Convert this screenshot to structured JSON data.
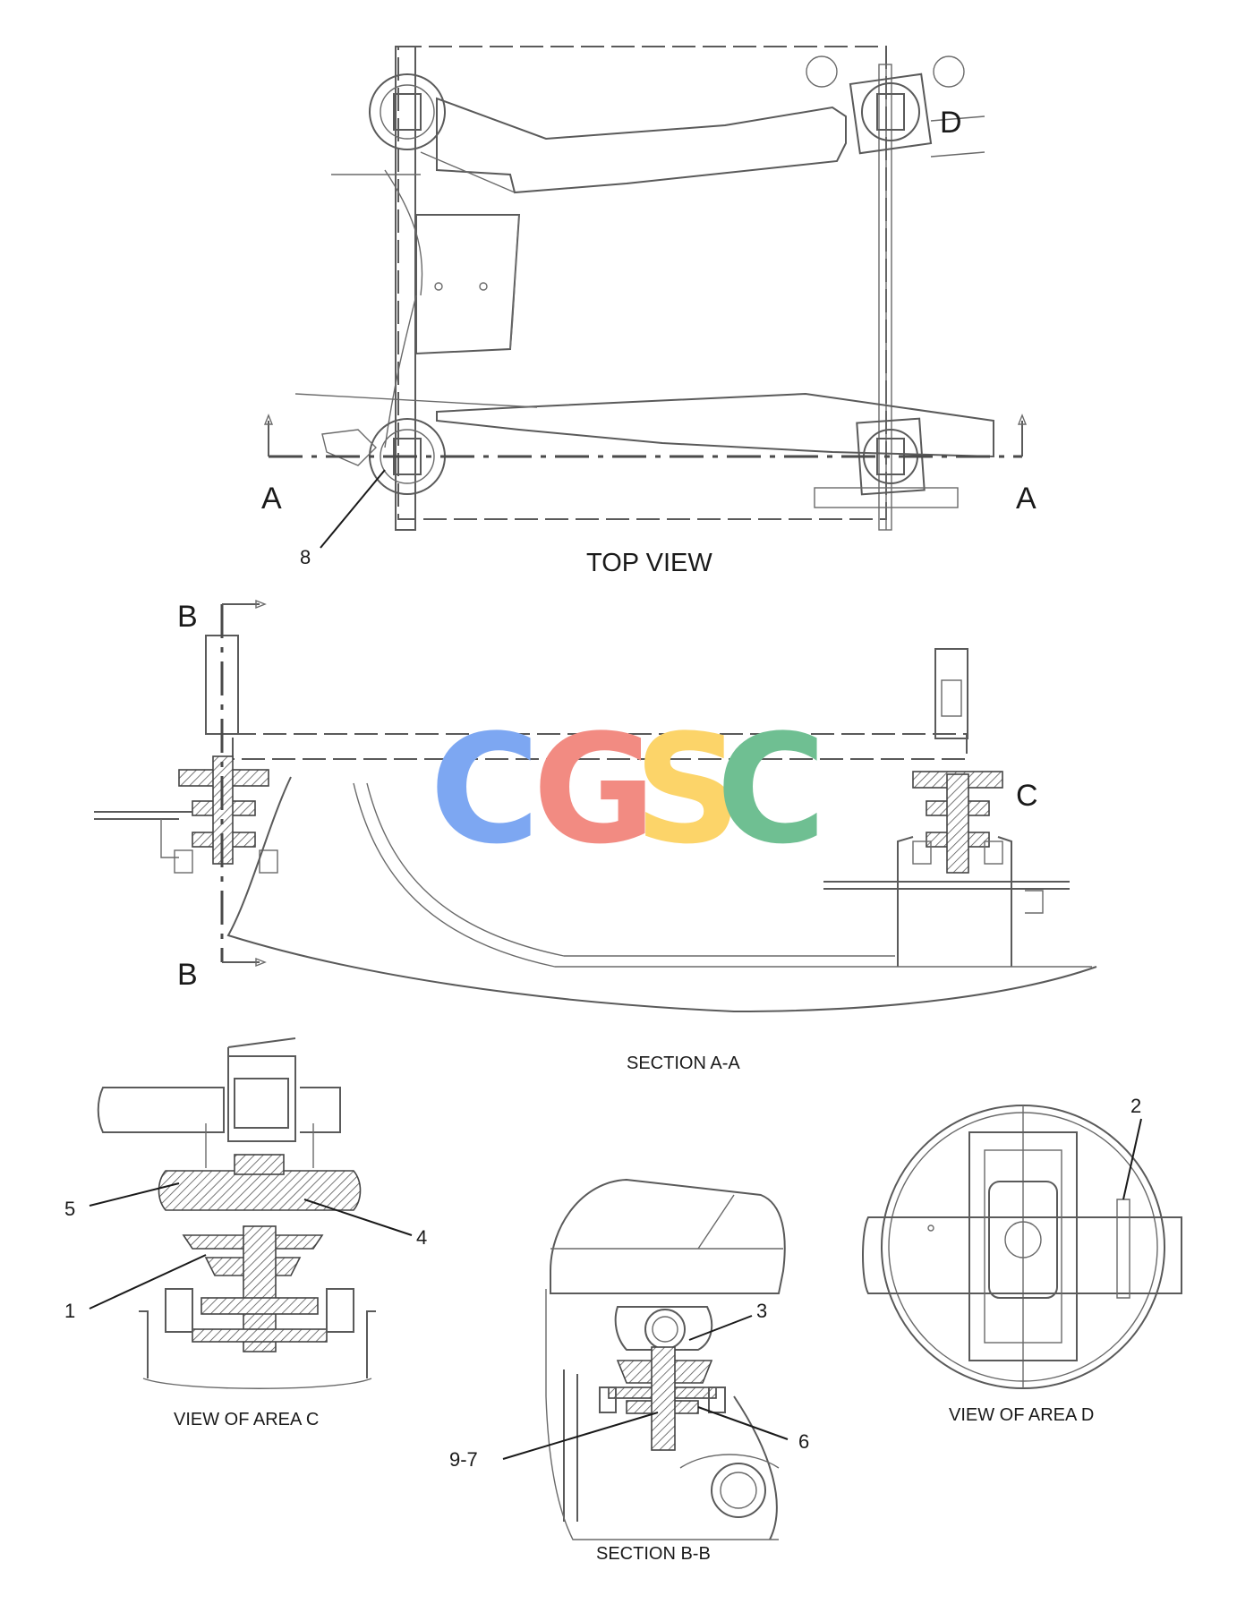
{
  "views": {
    "top_view": "TOP VIEW",
    "section_aa": "SECTION A-A",
    "view_area_c": "VIEW OF AREA C",
    "section_bb": "SECTION B-B",
    "view_area_d": "VIEW OF AREA D"
  },
  "section_markers": {
    "a_left": "A",
    "a_right": "A",
    "b_top": "B",
    "b_bottom": "B",
    "c": "C",
    "d": "D"
  },
  "callouts": [
    "8",
    "5",
    "4",
    "1",
    "3",
    "9-7",
    "6",
    "2"
  ],
  "watermark": {
    "letters": [
      "C",
      "G",
      "S",
      "C"
    ],
    "colors": [
      "#7da7f2",
      "#f28b82",
      "#fcd469",
      "#6fbf92"
    ]
  }
}
